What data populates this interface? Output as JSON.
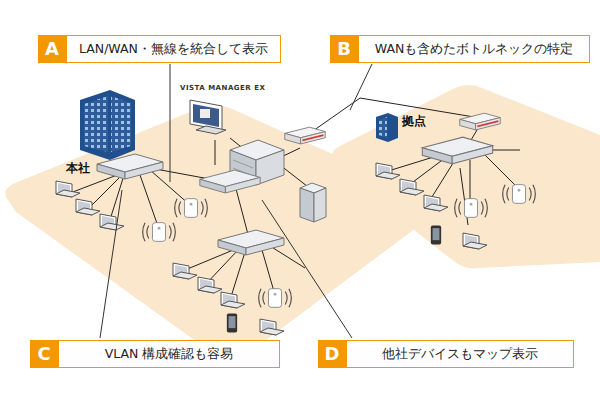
{
  "diagram": {
    "nodes": [
      {
        "text": [
          "A",
          "LAN/WAN・無線を統合して表示"
        ]
      },
      {
        "text": [
          "B",
          "WANも含めたボトルネックの特定"
        ]
      },
      {
        "text": [
          "C",
          "VLAN 構成確認も容易"
        ]
      },
      {
        "text": [
          "D",
          "他社デバイスもマップ表示"
        ]
      }
    ],
    "labels": [
      "本社",
      "拠点",
      "VISTA MANAGER EX"
    ]
  }
}
